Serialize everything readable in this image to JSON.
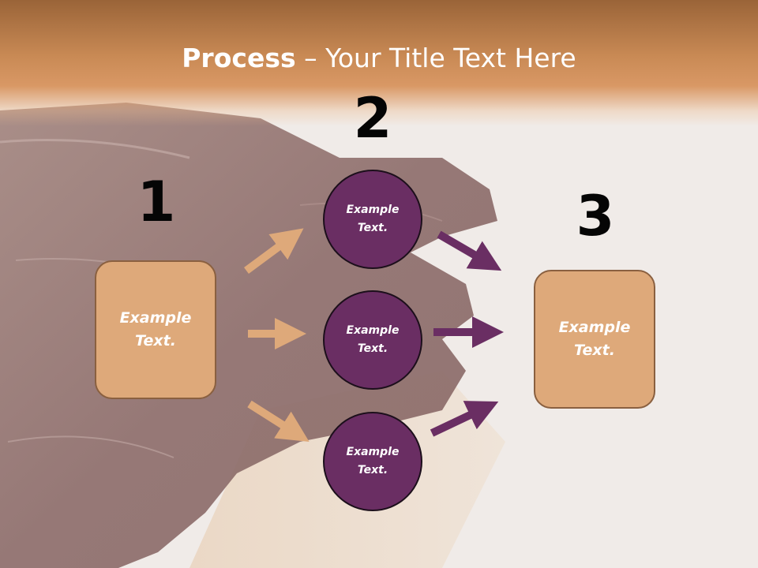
{
  "slide": {
    "title_bold": "Process",
    "title_dash": " – ",
    "title_rest": "Your Title Text Here",
    "steps": [
      {
        "number": "1"
      },
      {
        "number": "2"
      },
      {
        "number": "3"
      }
    ],
    "left_box": {
      "text_line1": "Example",
      "text_line2": "Text."
    },
    "right_box": {
      "text_line1": "Example",
      "text_line2": "Text."
    },
    "circles": [
      {
        "text_line1": "Example",
        "text_line2": "Text."
      },
      {
        "text_line1": "Example",
        "text_line2": "Text."
      },
      {
        "text_line1": "Example",
        "text_line2": "Text."
      }
    ],
    "colors": {
      "title_bar": "#c98a55",
      "box_fill": "#dea97a",
      "circle_fill": "#6a2e63",
      "arrow_orange": "#dea97a",
      "arrow_purple": "#6a2e63"
    }
  }
}
